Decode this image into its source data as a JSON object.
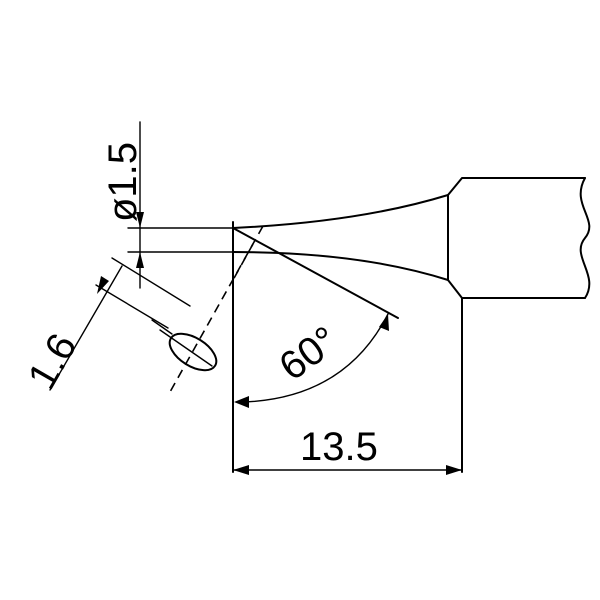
{
  "drawing": {
    "dimensions": {
      "diameter": "ø1.5",
      "flat_width": "1.6",
      "angle": "60°",
      "length": "13.5"
    },
    "colors": {
      "line": "#000000",
      "background": "#ffffff"
    }
  }
}
